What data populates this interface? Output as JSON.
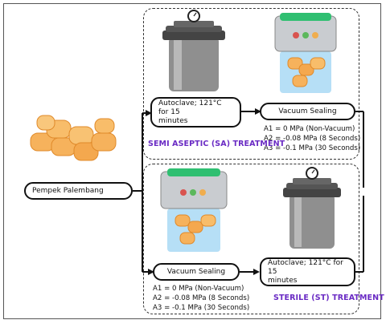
{
  "input": {
    "label": "Pempek Palembang"
  },
  "semi_aseptic": {
    "step1": {
      "line1": "Autoclave; 121°C for 15",
      "line2": "minutes"
    },
    "step2": {
      "label": "Vacuum Sealing"
    },
    "params": [
      "A1 = 0 MPa (Non-Vacuum)",
      "A2 = -0.08 MPa (8 Seconds)",
      "A3 = -0.1 MPa (30 Seconds)"
    ],
    "title": "SEMI ASEPTIC (SA) TREATMENT"
  },
  "sterile": {
    "step1": {
      "label": "Vacuum Sealing"
    },
    "params": [
      "A1 = 0 MPa (Non-Vacuum)",
      "A2 = -0.08 MPa (8 Seconds)",
      "A3 = -0.1 MPa (30 Seconds)"
    ],
    "step2": {
      "line1": "Autoclave; 121°C for 15",
      "line2": "minutes"
    },
    "title": "STERILE (ST) TREATMENT"
  },
  "icons": [
    "pempek-food-icon",
    "autoclave-icon",
    "vacuum-sealer-icon"
  ],
  "colors": {
    "title": "#6a2bc4",
    "line": "#111111",
    "food": "#f6b25c",
    "sealer_bag": "#a9d9f4",
    "autoclave": "#9a9a9a"
  }
}
